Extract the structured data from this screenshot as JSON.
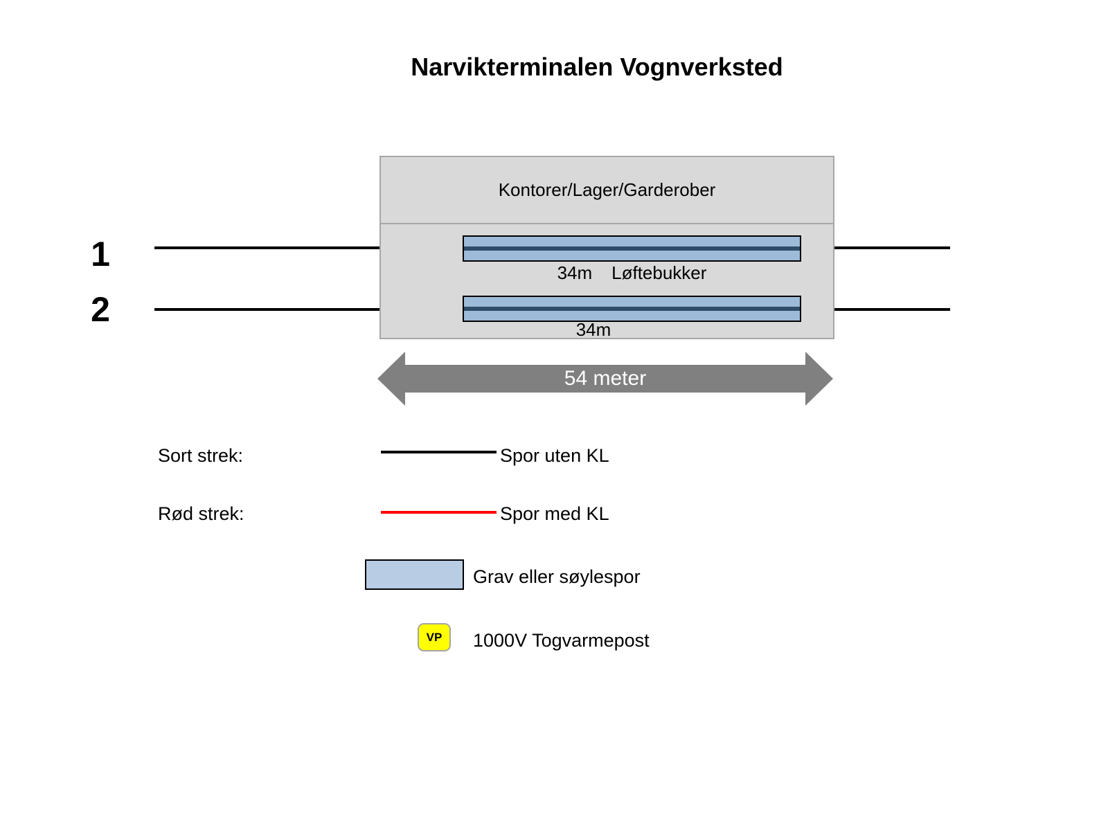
{
  "title": "Narvikterminalen Vognverksted",
  "building": {
    "label": "Kontorer/Lager/Garderober",
    "lifting_jacks_label": "Løftebukker"
  },
  "tracks": [
    {
      "number": "1",
      "pit_length": "34m"
    },
    {
      "number": "2",
      "pit_length": "34m"
    }
  ],
  "dimension": {
    "label": "54 meter"
  },
  "legend": {
    "rows": [
      {
        "key": "Sort strek:",
        "symbol": "black-line",
        "description": "Spor uten KL"
      },
      {
        "key": "Rød strek:",
        "symbol": "red-line",
        "description": "Spor med KL"
      },
      {
        "symbol": "blue-rectangle",
        "description": "Grav eller søylespor"
      },
      {
        "symbol": "vp-badge",
        "badge": "VP",
        "description": "1000V Togvarmepost"
      }
    ]
  },
  "colors": {
    "track_line": "#000000",
    "kl_line": "#ff0000",
    "building_fill": "#d9d9d9",
    "building_border": "#a6a6a6",
    "pit_fill": "#9dbbd9",
    "pit_stripe": "#2f4d68",
    "legend_pit_fill": "#b8cce4",
    "arrow_fill": "#808080",
    "vp_fill": "#ffff00"
  }
}
